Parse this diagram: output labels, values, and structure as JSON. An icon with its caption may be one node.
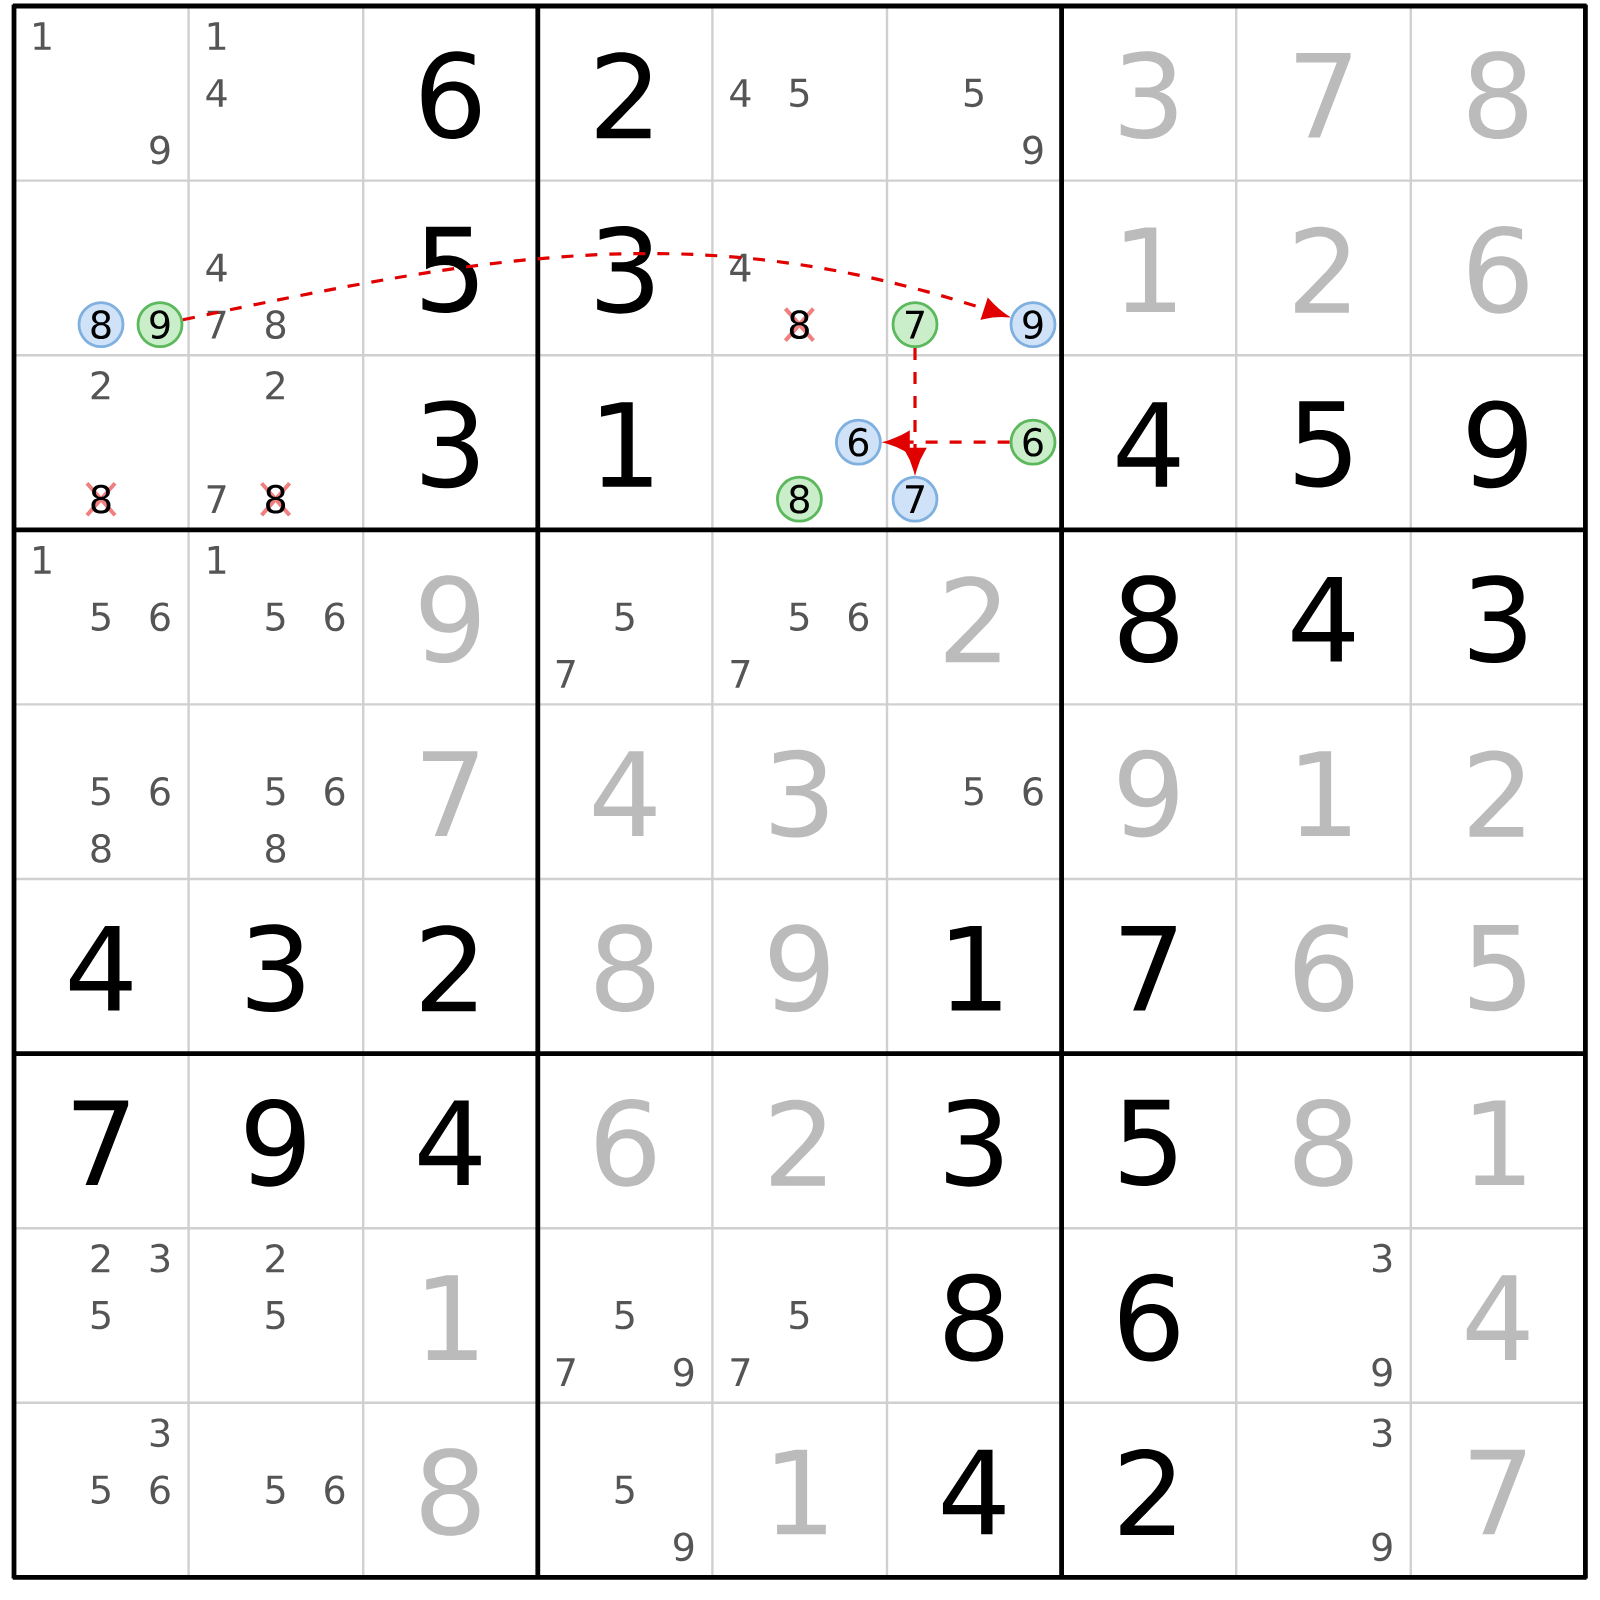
{
  "diagram": {
    "nodes": [
      {
        "text": [
          "8"
        ]
      },
      {
        "text": [
          "9"
        ]
      },
      {
        "text": [
          "7"
        ]
      },
      {
        "text": [
          "9"
        ]
      },
      {
        "text": [
          "6"
        ]
      },
      {
        "text": [
          "8"
        ]
      },
      {
        "text": [
          "6"
        ]
      },
      {
        "text": [
          "7"
        ]
      }
    ],
    "edges": [
      {
        "from": 1,
        "to": 3,
        "arrow": "to",
        "style": "dashed"
      },
      {
        "from": 2,
        "to": 7,
        "arrow": "to",
        "style": "dashed"
      },
      {
        "from": 6,
        "to": 4,
        "arrow": "to",
        "style": "dashed"
      }
    ],
    "labels": [
      "1",
      "9",
      "1",
      "4",
      "6",
      "2",
      "4",
      "5",
      "5",
      "9",
      "3",
      "7",
      "8",
      "4",
      "7",
      "8",
      "5",
      "3",
      "4",
      "8",
      "1",
      "2",
      "6",
      "2",
      "8",
      "2",
      "7",
      "8",
      "3",
      "1",
      "4",
      "5",
      "9",
      "1",
      "5",
      "6",
      "1",
      "5",
      "6",
      "9",
      "5",
      "7",
      "5",
      "6",
      "7",
      "2",
      "8",
      "4",
      "3",
      "5",
      "6",
      "8",
      "5",
      "6",
      "8",
      "7",
      "4",
      "3",
      "5",
      "6",
      "9",
      "1",
      "2",
      "4",
      "3",
      "2",
      "8",
      "9",
      "1",
      "7",
      "6",
      "5",
      "7",
      "9",
      "4",
      "6",
      "2",
      "3",
      "5",
      "8",
      "1",
      "2",
      "3",
      "5",
      "2",
      "5",
      "1",
      "5",
      "7",
      "9",
      "5",
      "7",
      "8",
      "6",
      "3",
      "9",
      "4",
      "3",
      "5",
      "6",
      "5",
      "6",
      "8",
      "5",
      "9",
      "1",
      "4",
      "2",
      "3",
      "9",
      "7"
    ]
  }
}
